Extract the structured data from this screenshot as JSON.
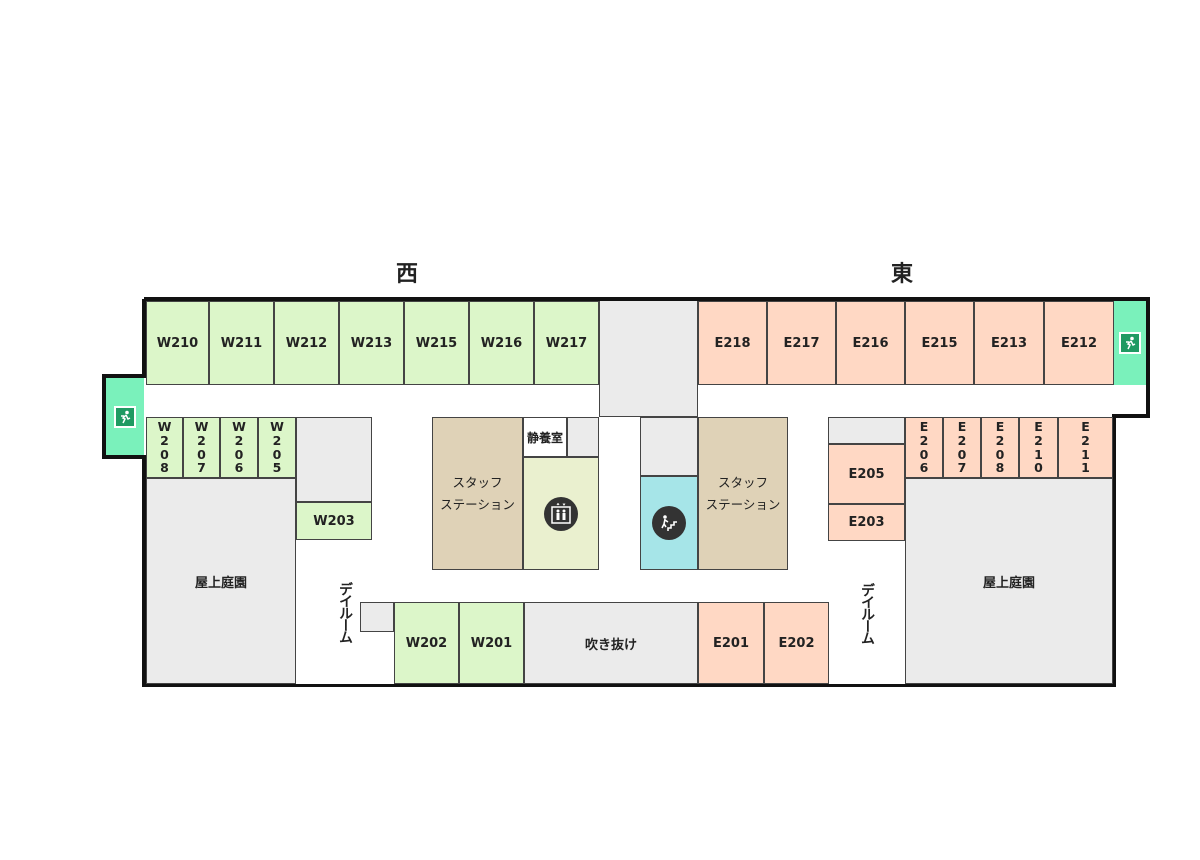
{
  "headings": {
    "west": "西",
    "east": "東"
  },
  "west_top_rooms": [
    "W210",
    "W211",
    "W212",
    "W213",
    "W215",
    "W216",
    "W217"
  ],
  "east_top_rooms": [
    "E218",
    "E217",
    "E216",
    "E215",
    "E213",
    "E212"
  ],
  "west_small_rooms": [
    "W\n2\n0\n8",
    "W\n2\n0\n7",
    "W\n2\n0\n6",
    "W\n2\n0\n5"
  ],
  "east_small_rooms": [
    "E\n2\n0\n6",
    "E\n2\n0\n7",
    "E\n2\n0\n8",
    "E\n2\n1\n0",
    "E\n2\n1\n1"
  ],
  "rooms": {
    "w203": "W203",
    "w202": "W202",
    "w201": "W201",
    "e205": "E205",
    "e203": "E203",
    "e201": "E201",
    "e202": "E202"
  },
  "areas": {
    "roof_garden_west": "屋上庭園",
    "roof_garden_east": "屋上庭園",
    "day_room_west": "デイルーム",
    "day_room_east": "デイルーム",
    "atrium": "吹き抜け",
    "rest_room": "静養室",
    "staff_station_west": "スタッフ\nステーション",
    "staff_station_east": "スタッフ\nステーション"
  },
  "icons": {
    "elevator": "elevator-icon",
    "stairs": "stairs-icon",
    "emergency_exit": "emergency-exit-icon"
  },
  "colors": {
    "west_rooms": "#dcf6c9",
    "east_rooms": "#ffd8c4",
    "common": "#ebebeb",
    "staff_station": "#dfd2b7",
    "elevator_hall": "#eaf0cf",
    "stairs": "#a6e5e8",
    "exit": "#7af1bb"
  }
}
